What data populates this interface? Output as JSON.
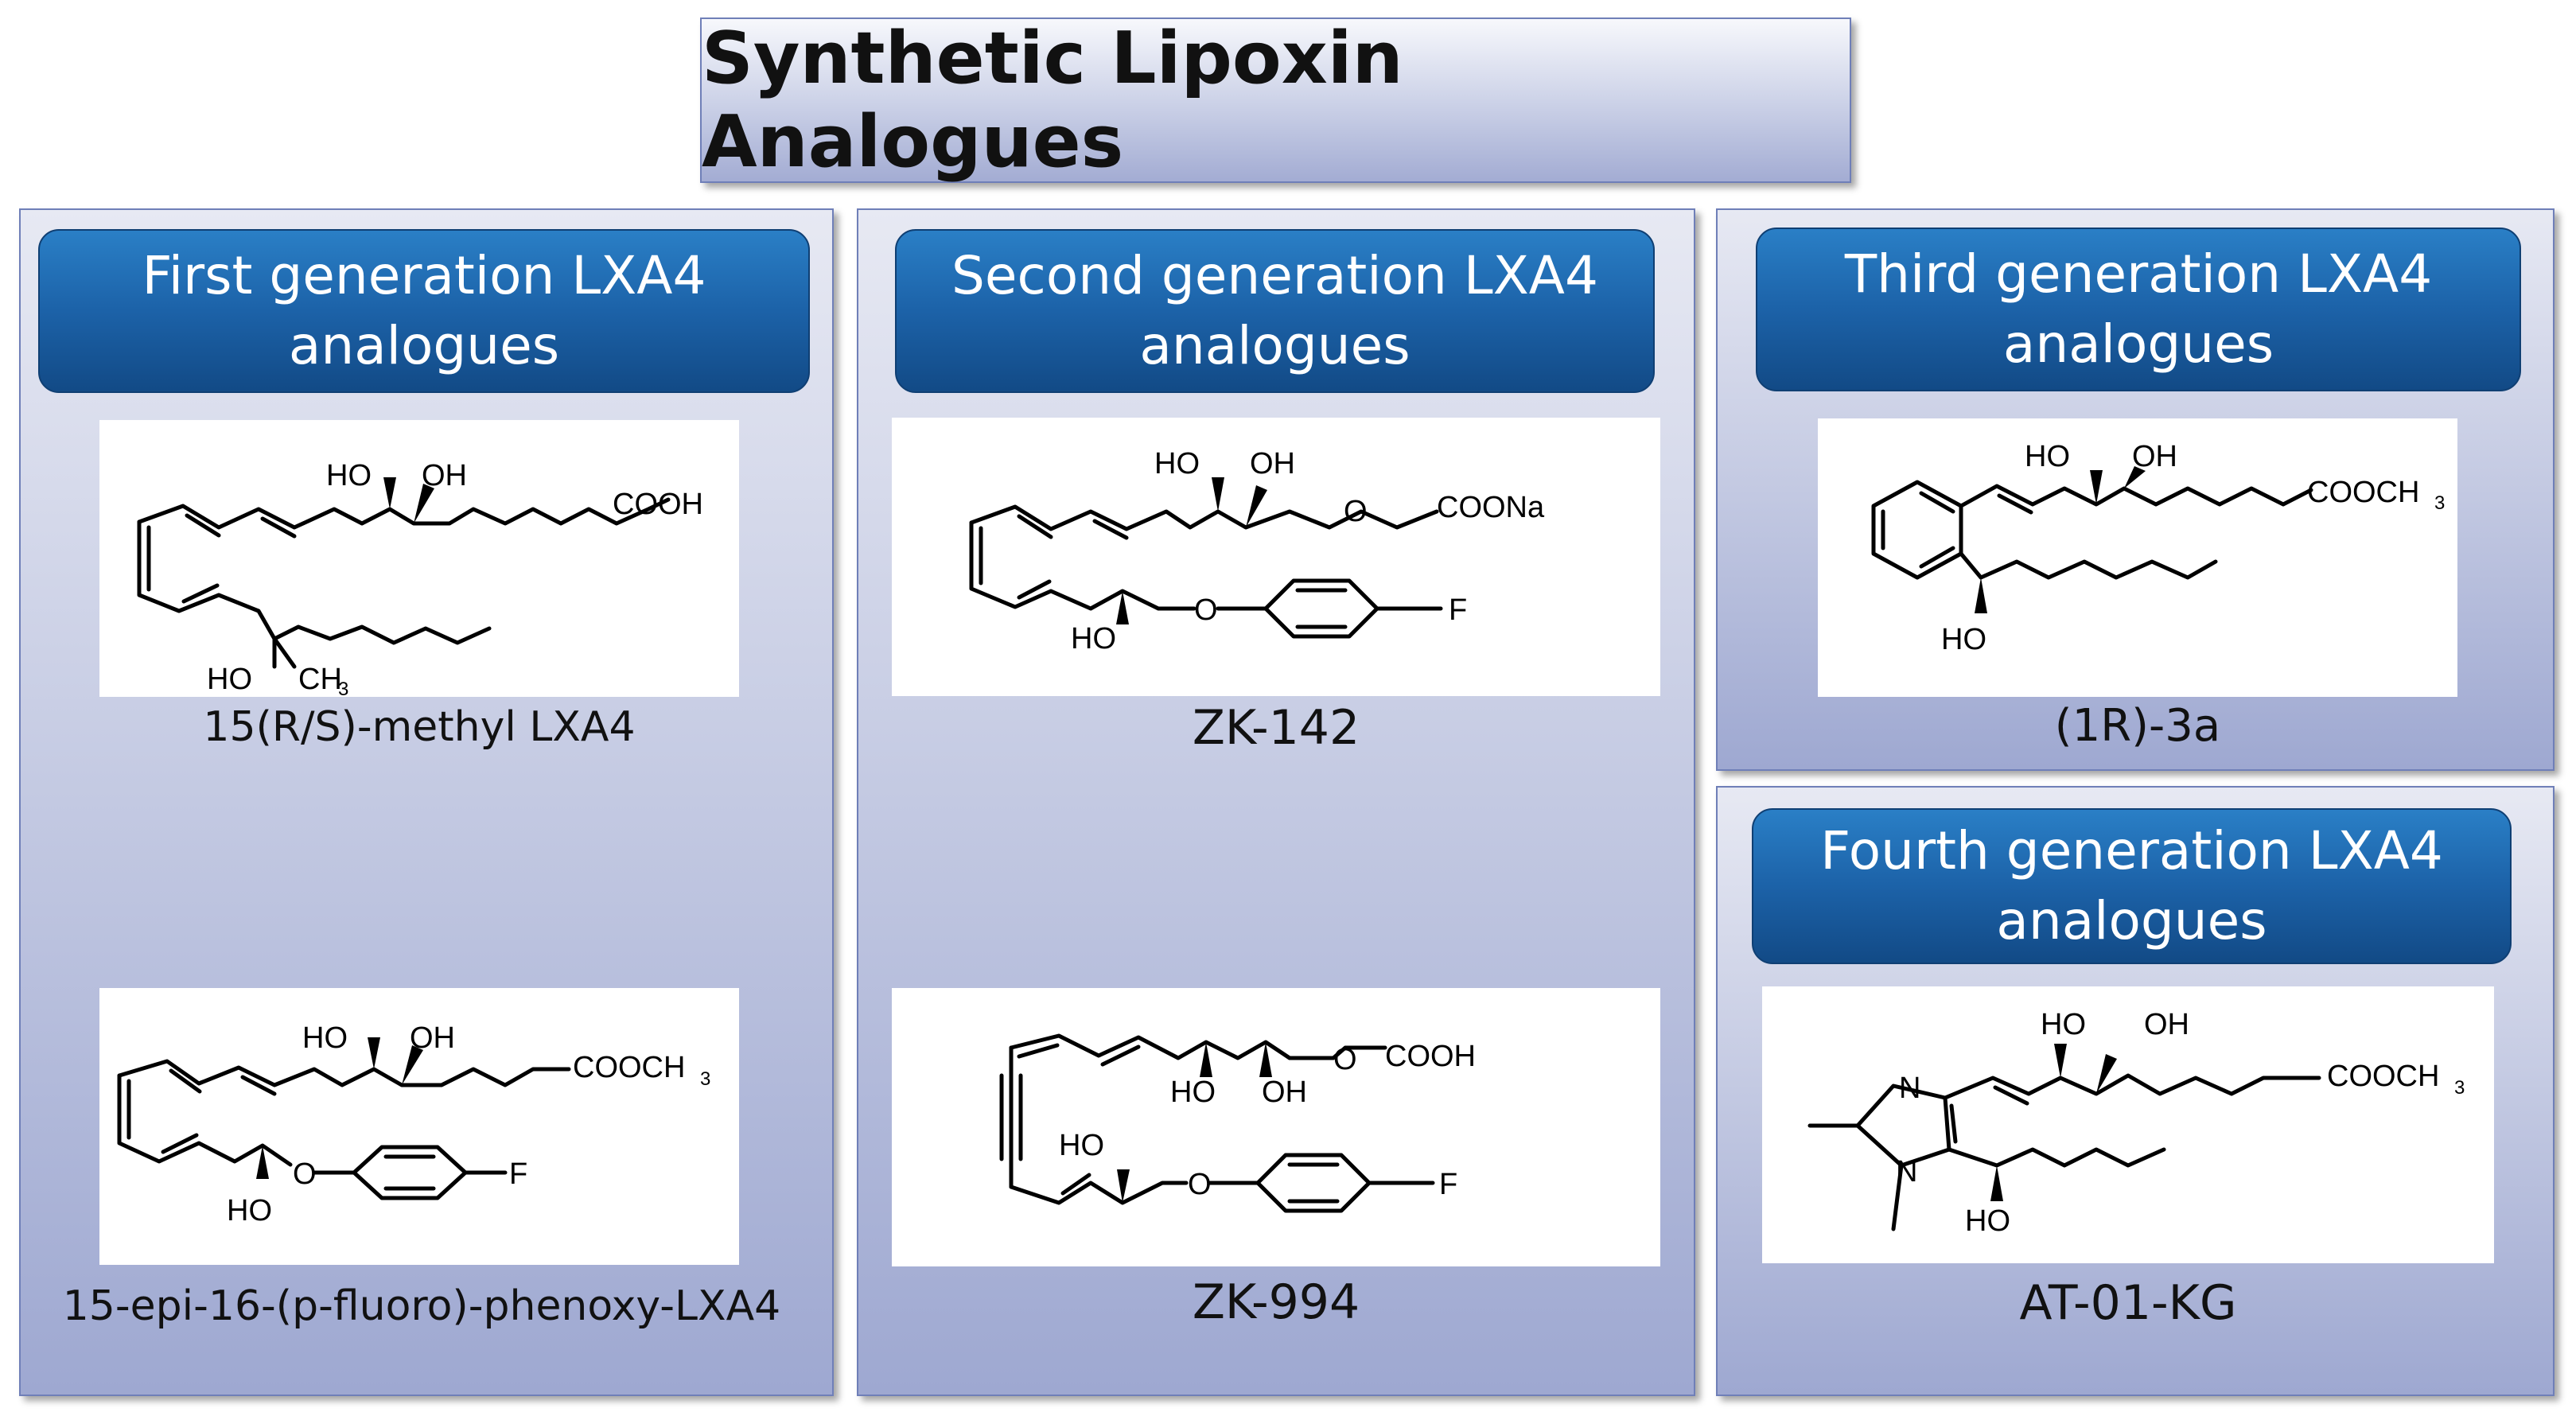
{
  "title": "Synthetic Lipoxin Analogues",
  "columns": [
    {
      "header_line1": "First generation LXA4",
      "header_line2": "analogues",
      "items": [
        {
          "caption": "15(R/S)-methyl LXA4",
          "labels": {
            "ho1": "HO",
            "oh1": "OH",
            "acid": "COOH",
            "ho2": "HO",
            "ch3": "CH"
          }
        },
        {
          "caption": "15-epi-16-(p-fluoro)-phenoxy-LXA4",
          "labels": {
            "ho1": "HO",
            "oh1": "OH",
            "acid": "COOCH",
            "ho2": "HO",
            "o": "O",
            "f": "F"
          }
        }
      ]
    },
    {
      "header_line1": "Second generation LXA4",
      "header_line2": "analogues",
      "items": [
        {
          "caption": "ZK-142",
          "labels": {
            "ho1": "HO",
            "oh1": "OH",
            "o1": "O",
            "acid": "COONa",
            "o2": "O",
            "f": "F",
            "ho2": "HO"
          }
        },
        {
          "caption": "ZK-994",
          "labels": {
            "ho1": "HO",
            "oh1": "OH",
            "o1": "O",
            "acid": "COOH",
            "ho2": "HO",
            "o2": "O",
            "f": "F"
          }
        }
      ]
    },
    {
      "header_line1": "Third generation LXA4",
      "header_line2": "analogues",
      "items": [
        {
          "caption": "(1R)-3a",
          "labels": {
            "ho1": "HO",
            "oh1": "OH",
            "acid": "COOCH",
            "ho2": "HO"
          }
        }
      ]
    },
    {
      "header_line1": "Fourth generation LXA4",
      "header_line2": "analogues",
      "items": [
        {
          "caption": "AT-01-KG",
          "labels": {
            "ho1": "HO",
            "oh1": "OH",
            "acid": "COOCH",
            "n1": "N",
            "n2": "N",
            "ho2": "HO"
          }
        }
      ]
    }
  ],
  "subscript3": "3"
}
